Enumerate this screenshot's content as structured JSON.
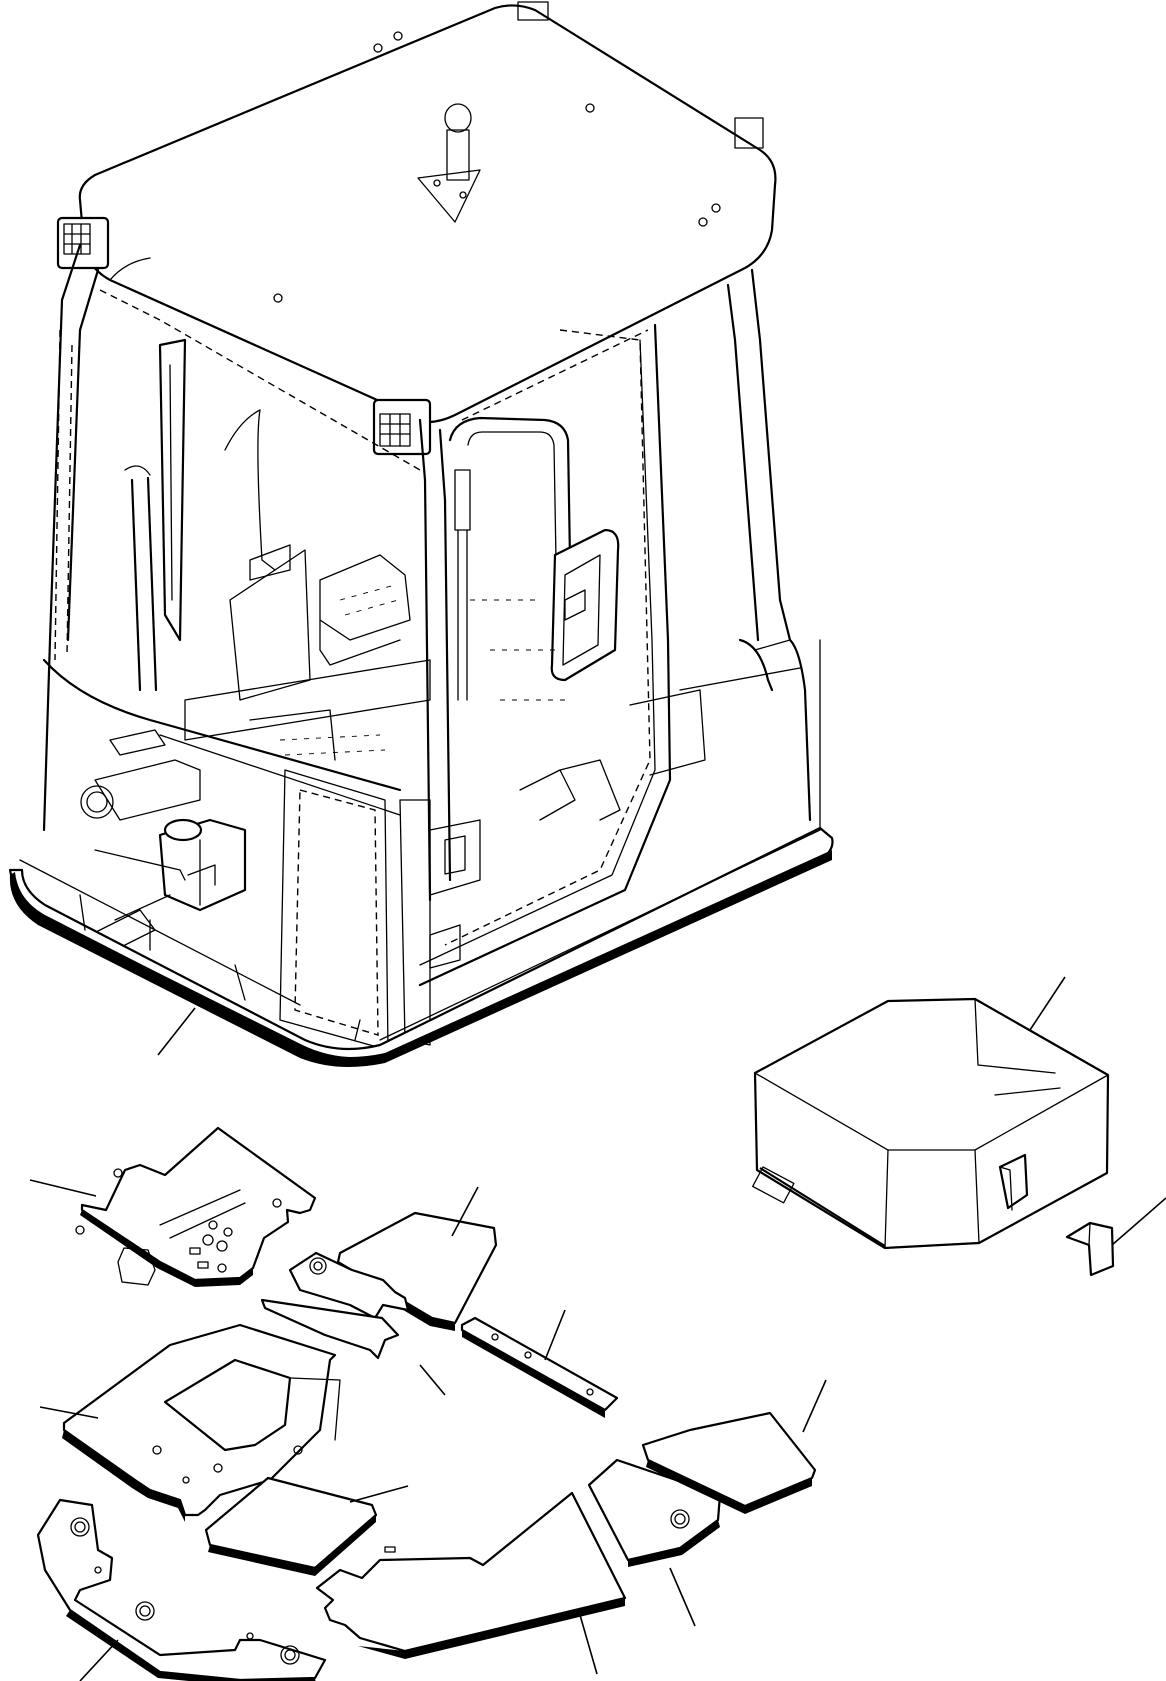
{
  "figure": {
    "kind": "exploded parts diagram",
    "line_color": "#000000",
    "background_color": "#ffffff",
    "parts": [
      {
        "id": "cab",
        "name": "operator-cab"
      },
      {
        "id": "cover",
        "name": "seat-box-cover"
      },
      {
        "id": "clip",
        "name": "cover-clip"
      },
      {
        "id": "mat-1",
        "name": "floor-mat-rear-plate"
      },
      {
        "id": "mat-2",
        "name": "floor-mat-square"
      },
      {
        "id": "mat-3",
        "name": "floor-mat-center-strip"
      },
      {
        "id": "mat-4",
        "name": "floor-mat-narrow-strip"
      },
      {
        "id": "mat-5",
        "name": "floor-mat-main-plate"
      },
      {
        "id": "mat-6",
        "name": "floor-mat-small-square"
      },
      {
        "id": "mat-7",
        "name": "floor-mat-front-plate"
      },
      {
        "id": "mat-8",
        "name": "floor-mat-long-plate"
      },
      {
        "id": "mat-9",
        "name": "floor-mat-corner-plate"
      },
      {
        "id": "mat-10",
        "name": "floor-mat-side-plate"
      }
    ]
  }
}
